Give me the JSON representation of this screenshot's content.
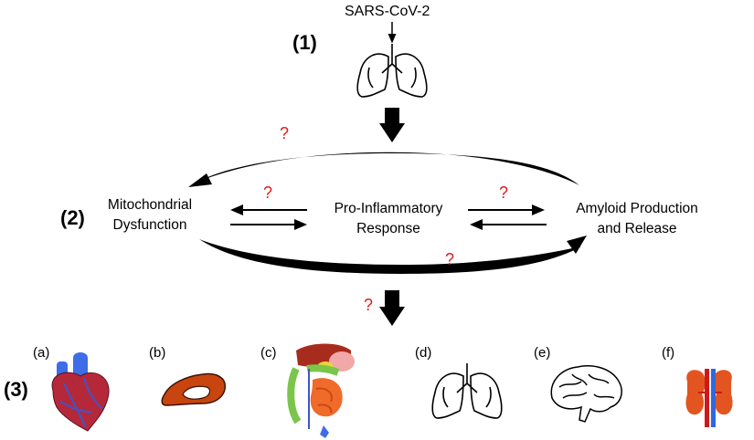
{
  "top_label": "SARS-CoV-2",
  "steps": [
    "(1)",
    "(2)",
    "(3)"
  ],
  "nodes": {
    "left": [
      "Mitochondrial",
      "Dysfunction"
    ],
    "center": [
      "Pro-Inflammatory",
      "Response"
    ],
    "right": [
      "Amyloid Production",
      "and Release"
    ]
  },
  "question_mark": "?",
  "organs": [
    {
      "label": "(a)",
      "icon": "heart-icon"
    },
    {
      "label": "(b)",
      "icon": "pancreas-icon"
    },
    {
      "label": "(c)",
      "icon": "digestive-system-icon"
    },
    {
      "label": "(d)",
      "icon": "lungs-icon"
    },
    {
      "label": "(e)",
      "icon": "brain-icon"
    },
    {
      "label": "(f)",
      "icon": "kidneys-icon"
    }
  ],
  "colors": {
    "question": "#e01b1b",
    "arrow": "#000000"
  }
}
